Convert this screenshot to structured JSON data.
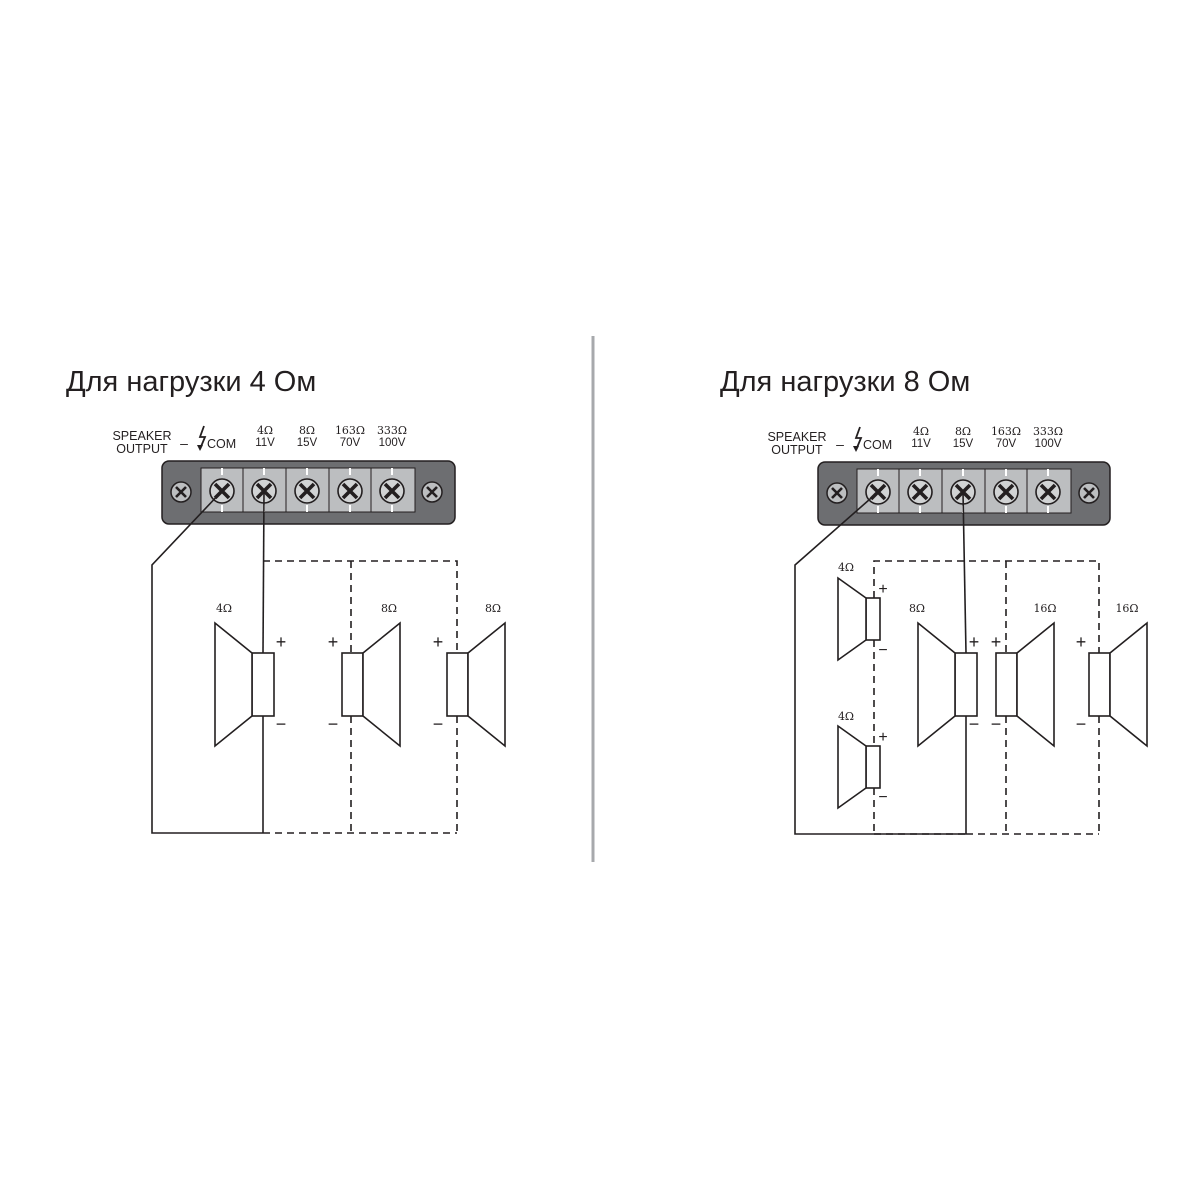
{
  "panels": [
    {
      "title": "Для нагрузки 4 Ом",
      "speaker_output": [
        "SPEAKER",
        "OUTPUT"
      ],
      "com_label": "COM",
      "taps": [
        {
          "ohm": "4Ω",
          "volt": "11V"
        },
        {
          "ohm": "8Ω",
          "volt": "15V"
        },
        {
          "ohm": "163Ω",
          "volt": "70V"
        },
        {
          "ohm": "333Ω",
          "volt": "100V"
        }
      ],
      "speakers": [
        {
          "impedance": "4Ω",
          "plus": "+",
          "minus": "−"
        },
        {
          "impedance": "8Ω",
          "plus": "+",
          "minus": "−"
        },
        {
          "impedance": "8Ω",
          "plus": "+",
          "minus": "−"
        }
      ]
    },
    {
      "title": "Для нагрузки 8 Ом",
      "speaker_output": [
        "SPEAKER",
        "OUTPUT"
      ],
      "com_label": "COM",
      "taps": [
        {
          "ohm": "4Ω",
          "volt": "11V"
        },
        {
          "ohm": "8Ω",
          "volt": "15V"
        },
        {
          "ohm": "163Ω",
          "volt": "70V"
        },
        {
          "ohm": "333Ω",
          "volt": "100V"
        }
      ],
      "speakers": [
        {
          "impedance": "4Ω",
          "plus": "+",
          "minus": "−"
        },
        {
          "impedance": "4Ω",
          "plus": "+",
          "minus": "−"
        },
        {
          "impedance": "8Ω",
          "plus": "+",
          "minus": "−"
        },
        {
          "impedance": "16Ω",
          "plus": "+",
          "minus": "−"
        },
        {
          "impedance": "16Ω",
          "plus": "+",
          "minus": "−"
        }
      ]
    }
  ],
  "colors": {
    "line": "#231f20",
    "terminal_block": "#6d6e71",
    "terminal_strip": "#bcbec0",
    "divider": "#a7a9ac"
  }
}
